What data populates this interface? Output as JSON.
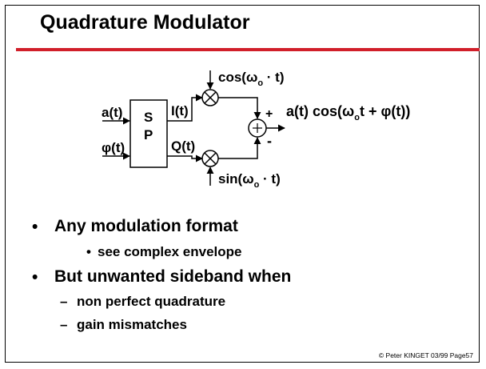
{
  "title": "Quadrature Modulator",
  "diagram": {
    "input_a": "a(t)",
    "input_phi": "φ(t)",
    "sp_line1": "S",
    "sp_line2": "P",
    "out_i": "I(t)",
    "out_q": "Q(t)",
    "lo_cos": "cos(ω",
    "lo_cos_sub": "o",
    "lo_cos_tail": " · t)",
    "lo_sin": "sin(ω",
    "lo_sin_sub": "o",
    "lo_sin_tail": " · t)",
    "plus_sign": "+",
    "minus_sign": "-",
    "output_prefix": "a(t) cos(ω",
    "output_sub": "o",
    "output_tail": "t + φ(t))"
  },
  "bullets": [
    {
      "text": "Any modulation format",
      "sub": [
        "see complex envelope"
      ]
    },
    {
      "text": "But unwanted sideband when",
      "sub": [
        "non perfect quadrature",
        "gain mismatches"
      ]
    }
  ],
  "footer": "© Peter KINGET  03/99 Page57"
}
